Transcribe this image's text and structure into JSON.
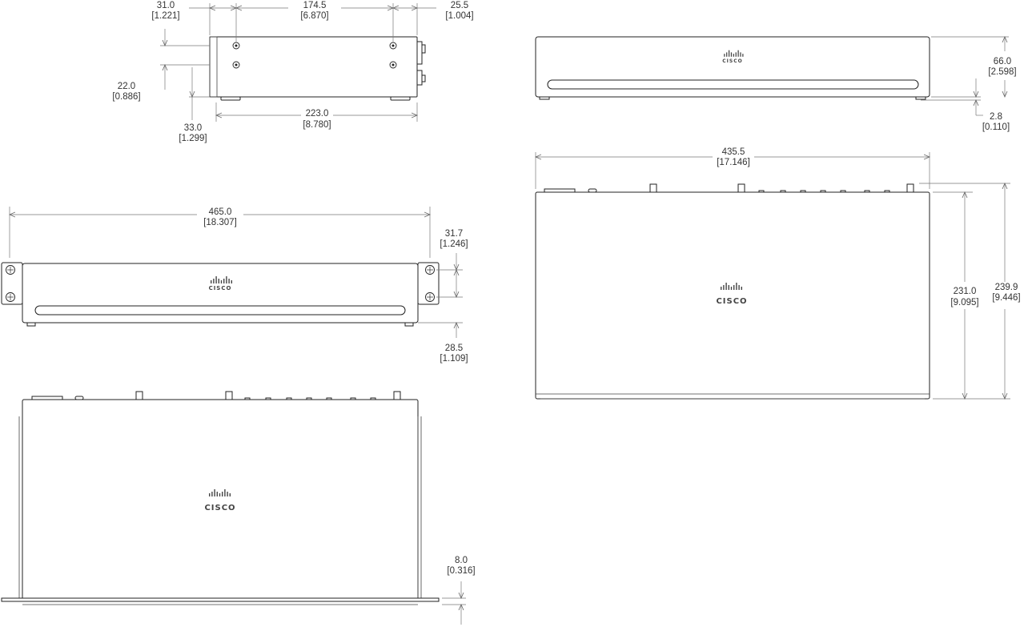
{
  "brand": {
    "logo_text": "CISCO"
  },
  "side_view": {
    "dim_top_left": {
      "mm": "31.0",
      "in": "[1.221]"
    },
    "dim_top_mid": {
      "mm": "174.5",
      "in": "[6.870]"
    },
    "dim_top_right": {
      "mm": "25.5",
      "in": "[1.004]"
    },
    "dim_left_upper": {
      "mm": "22.0",
      "in": "[0.886]"
    },
    "dim_left_lower": {
      "mm": "33.0",
      "in": "[1.299]"
    },
    "dim_bottom": {
      "mm": "223.0",
      "in": "[8.780]"
    }
  },
  "front_view_small": {
    "dim_height": {
      "mm": "66.0",
      "in": "[2.598]"
    },
    "dim_foot": {
      "mm": "2.8",
      "in": "[0.110]"
    }
  },
  "front_view_rack": {
    "dim_width": {
      "mm": "465.0",
      "in": "[18.307]"
    },
    "dim_ear_right_top": {
      "mm": "31.7",
      "in": "[1.246]"
    },
    "dim_ear_right_bottom": {
      "mm": "28.5",
      "in": "[1.109]"
    }
  },
  "top_view_small": {
    "dim_width": {
      "mm": "435.5",
      "in": "[17.146]"
    },
    "dim_depth": {
      "mm": "231.0",
      "in": "[9.095]"
    },
    "dim_depth_total": {
      "mm": "239.9",
      "in": "[9.446]"
    }
  },
  "top_view_rack": {
    "dim_ear": {
      "mm": "8.0",
      "in": "[0.316]"
    }
  }
}
